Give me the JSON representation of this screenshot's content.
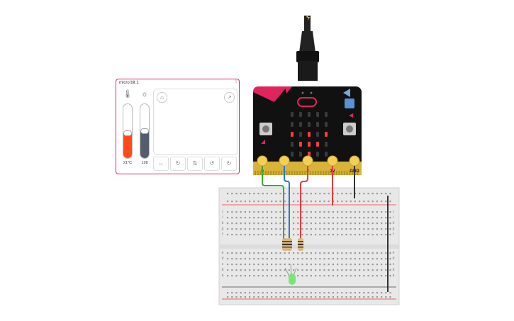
{
  "panel": {
    "title": "micro:bit 1",
    "drag_glyph": "⁞⁞",
    "temperature": {
      "icon": "thermometer-icon",
      "label": "21°C",
      "level": 0.46,
      "color": "#ff4a1a"
    },
    "light": {
      "icon": "sun-icon",
      "label": "128",
      "level": 0.5,
      "color": "#555c6b"
    },
    "gesture_buttons": [
      "↔",
      "↻",
      "⇅",
      "↺",
      "↻"
    ]
  },
  "microbit": {
    "pins": [
      "0",
      "1",
      "2",
      "3V",
      "GND"
    ],
    "led_matrix": [
      [
        0,
        0,
        0,
        0,
        0
      ],
      [
        0,
        0,
        0,
        0,
        0
      ],
      [
        1,
        0,
        1,
        0,
        1
      ],
      [
        0,
        1,
        1,
        1,
        0
      ],
      [
        0,
        0,
        1,
        0,
        0
      ]
    ],
    "led_color": "#ff3b3b",
    "accent": "#e0245e"
  },
  "breadboard": {
    "row_letters_top": [
      "j",
      "i",
      "h",
      "g",
      "f"
    ],
    "row_letters_bottom": [
      "e",
      "d",
      "c",
      "b",
      "a"
    ]
  },
  "wires": {
    "green": "#3daa2b",
    "blue": "#1f7ad6",
    "red": "#e23b3b",
    "black": "#333333"
  },
  "led_component_color": "#7ce37c"
}
